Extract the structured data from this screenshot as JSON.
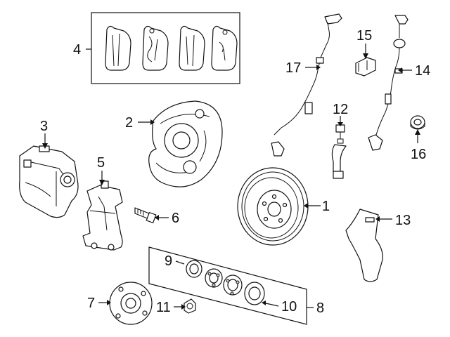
{
  "callouts": [
    {
      "id": "1",
      "text": "1"
    },
    {
      "id": "2",
      "text": "2"
    },
    {
      "id": "3",
      "text": "3"
    },
    {
      "id": "4",
      "text": "4"
    },
    {
      "id": "5",
      "text": "5"
    },
    {
      "id": "6",
      "text": "6"
    },
    {
      "id": "7",
      "text": "7"
    },
    {
      "id": "8",
      "text": "8"
    },
    {
      "id": "9",
      "text": "9"
    },
    {
      "id": "10",
      "text": "10"
    },
    {
      "id": "11",
      "text": "11"
    },
    {
      "id": "12",
      "text": "12"
    },
    {
      "id": "13",
      "text": "13"
    },
    {
      "id": "14",
      "text": "14"
    },
    {
      "id": "15",
      "text": "15"
    },
    {
      "id": "16",
      "text": "16"
    },
    {
      "id": "17",
      "text": "17"
    }
  ],
  "colors": {
    "line": "#111111",
    "background": "#ffffff"
  }
}
